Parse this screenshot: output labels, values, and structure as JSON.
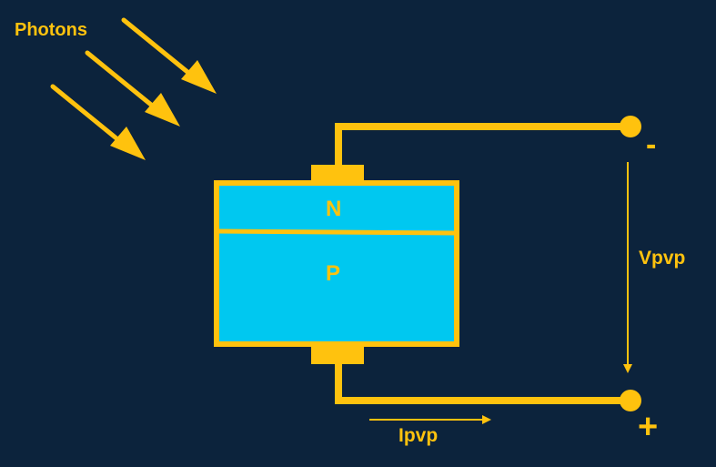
{
  "labels": {
    "photons": "Photons",
    "n_layer": "N",
    "p_layer": "P",
    "negative_terminal": "-",
    "positive_terminal": "+",
    "voltage": "Vpvp",
    "current": "Ipvp"
  },
  "colors": {
    "background": "#0c233c",
    "accent": "#ffc20e",
    "semiconductor": "#00c8f0"
  },
  "icons": {
    "photon_arrows": "arrow-icon",
    "terminals": "terminal-dot-icon"
  }
}
